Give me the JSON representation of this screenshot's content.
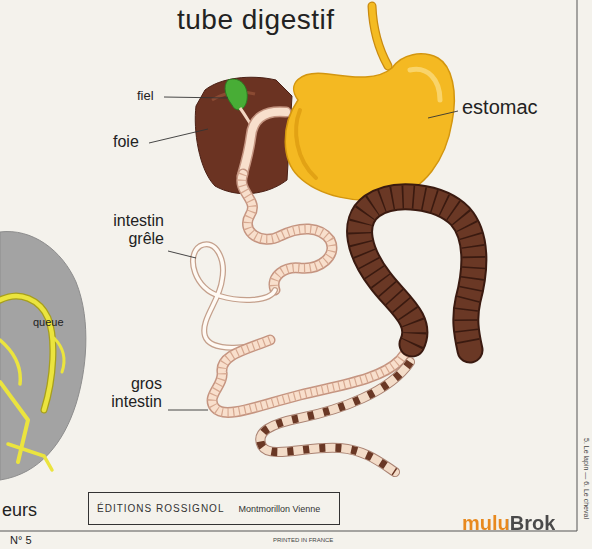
{
  "diagram": {
    "title": "tube digestif",
    "nodes": [
      {
        "text": [
          "ÉDITIONS ROSSIGNOL",
          "Montmorillon Vienne"
        ]
      }
    ],
    "labels": [
      "fiel",
      "foie",
      "estomac",
      "intestin grêle",
      "gros intestin",
      "queue",
      "eurs",
      "N° 5",
      "PRINTED IN FRANCE",
      "5. Le lapin — 6. Le cheval",
      "muluBrok"
    ]
  }
}
